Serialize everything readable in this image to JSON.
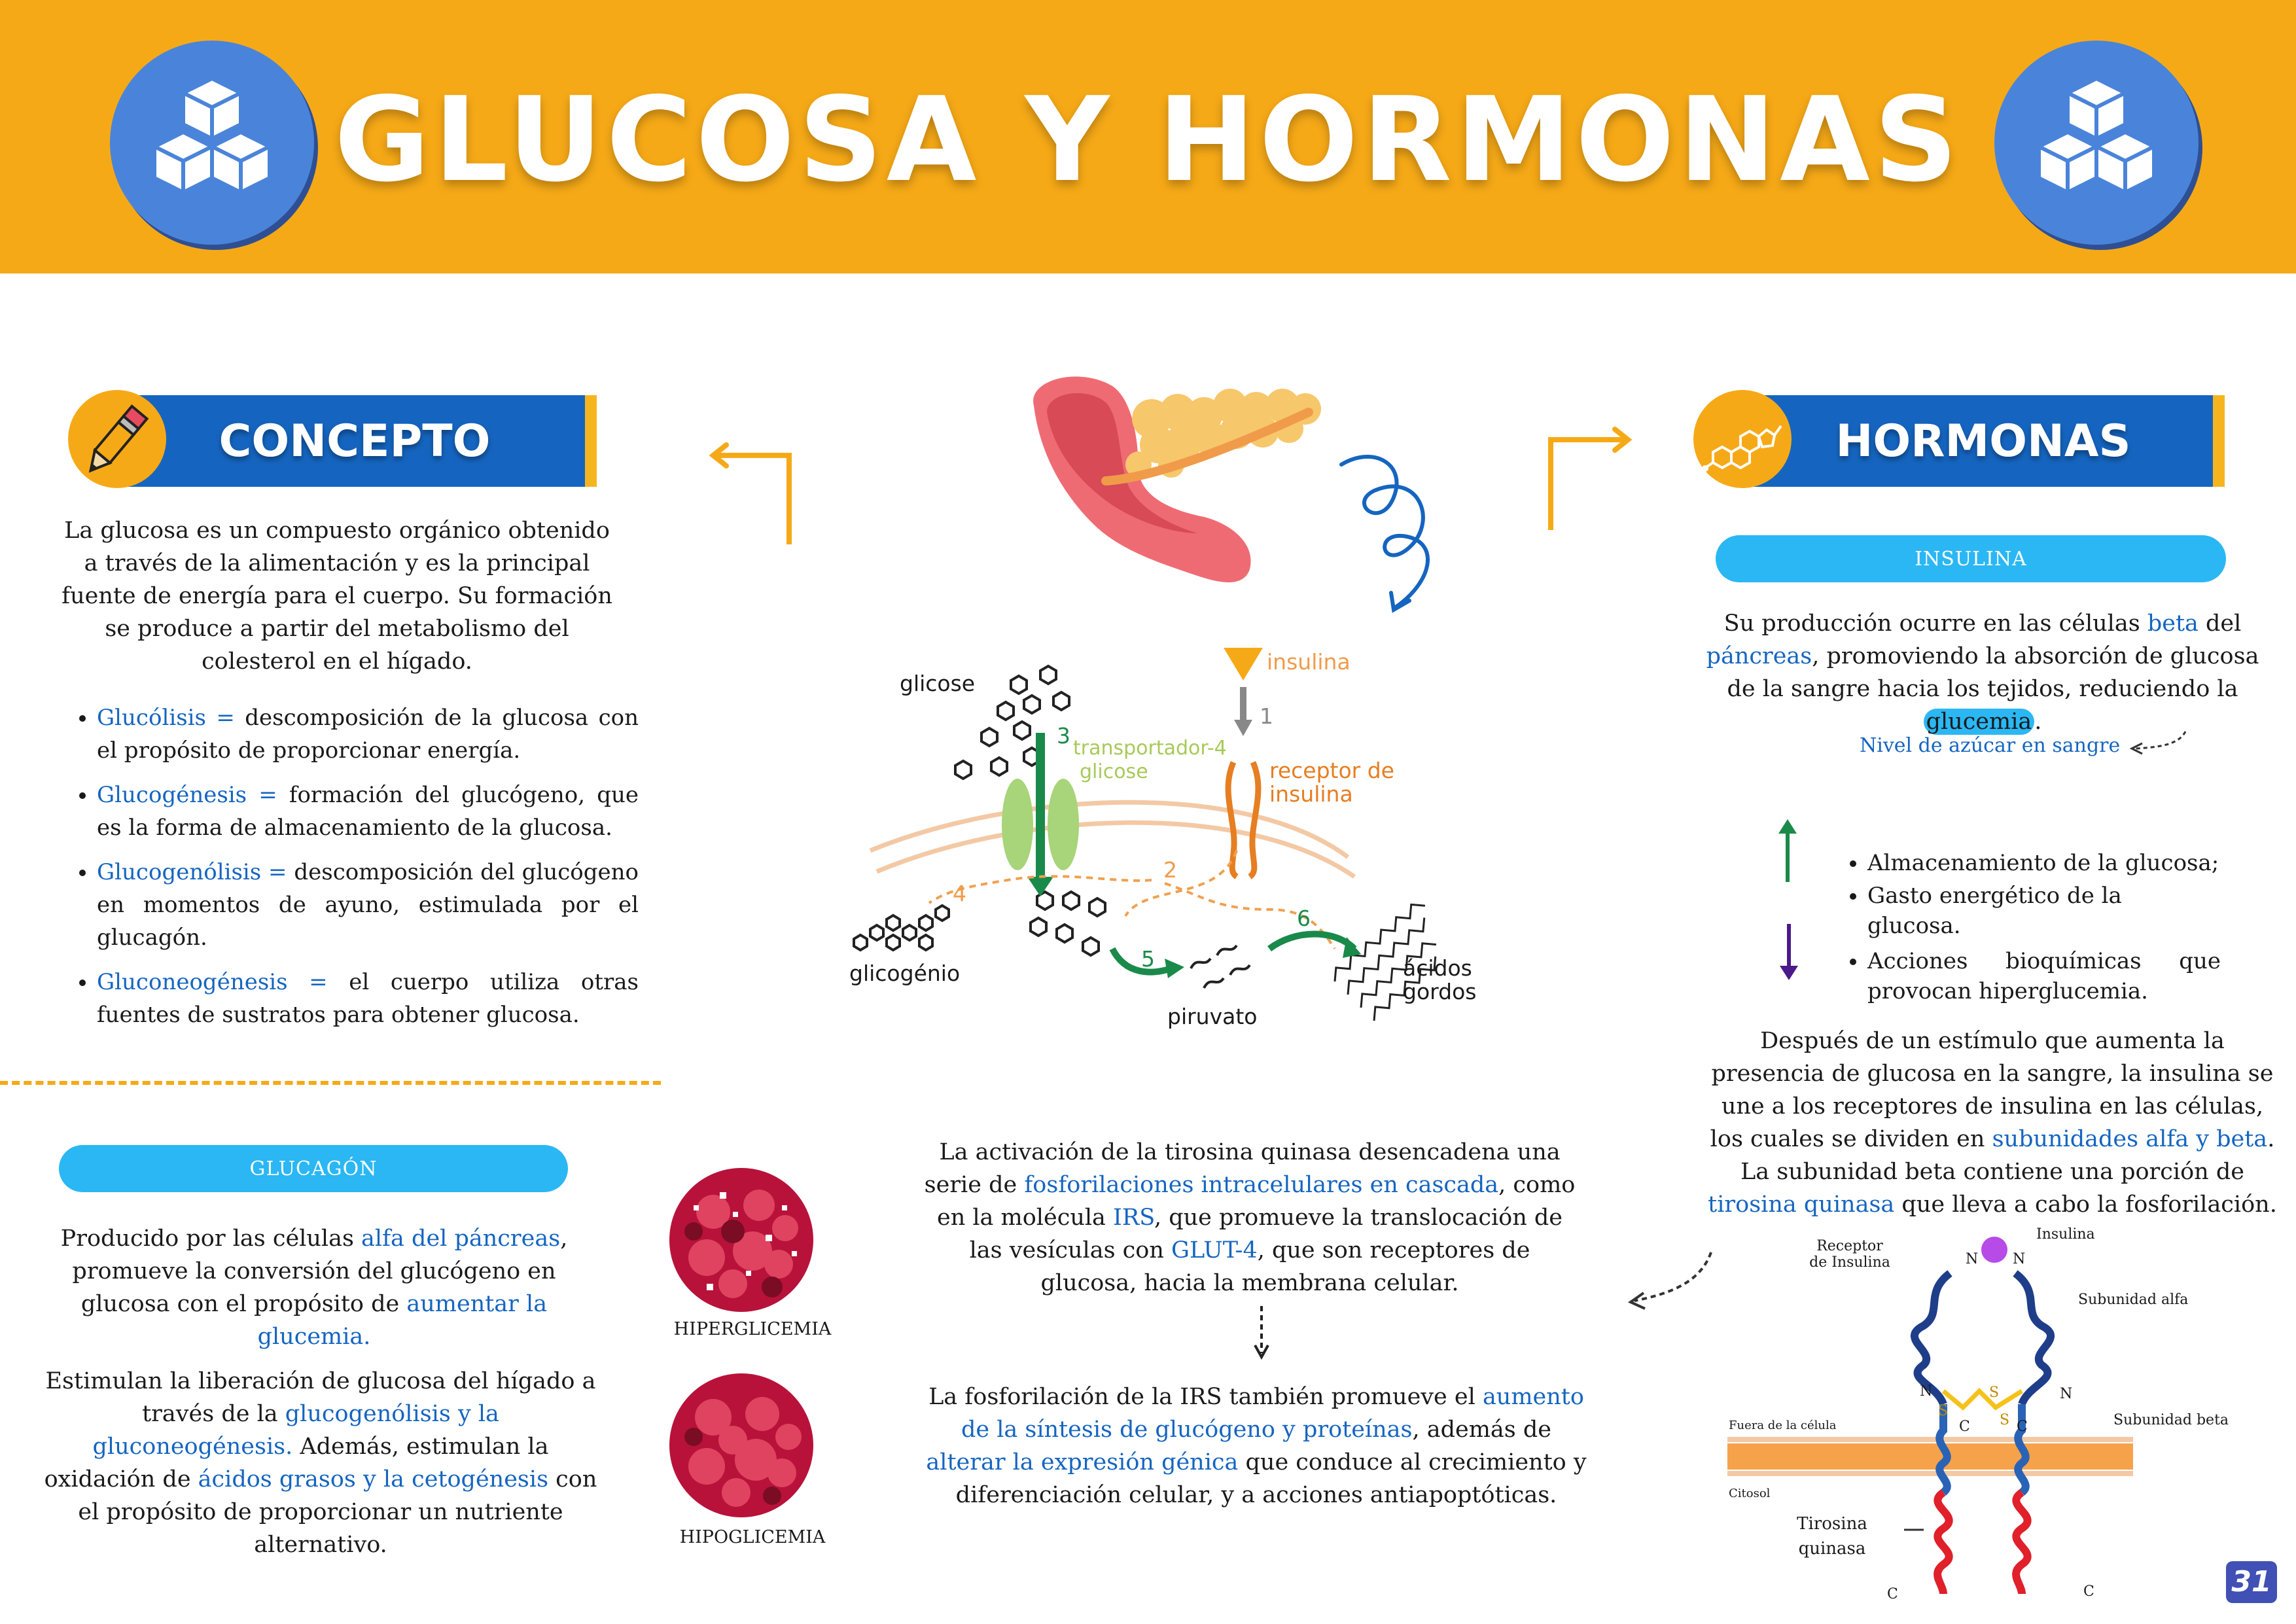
{
  "header": {
    "title": "GLUCOSA Y HORMONAS"
  },
  "concepto": {
    "heading": "CONCEPTO",
    "intro": "La glucosa es un compuesto orgánico obtenido a través de la alimentación y es la principal fuente de energía para el cuerpo. Su formación se produce a partir del metabolismo del colesterol en el hígado.",
    "items": [
      {
        "term": "Glucólisis =",
        "text": " descomposición de la glucosa con el propósito de proporcionar energía."
      },
      {
        "term": "Glucogénesis =",
        "text": " formación del glucógeno, que es la forma de almacenamiento de la glucosa."
      },
      {
        "term": "Glucogenólisis =",
        "text": " descomposición del glucógeno en momentos de ayuno, estimulada por el glucagón."
      },
      {
        "term": "Gluconeogénesis =",
        "text": " el cuerpo utiliza otras fuentes de sustratos para obtener glucosa."
      }
    ]
  },
  "glucagon": {
    "pill": "GLUCAGÓN",
    "p1": {
      "a": "Producido por las células ",
      "b": "alfa del páncreas",
      "c": ", promueve la conversión del glucógeno en glucosa con el propósito de ",
      "d": "aumentar la glucemia."
    },
    "p2": {
      "a": "Estimulan la liberación de glucosa del hígado a través de la ",
      "b": "glucogenólisis y la gluconeogénesis.",
      "c": " Además, estimulan la oxidación de ",
      "d": "ácidos grasos y la cetogénesis",
      "e": " con el propósito de proporcionar un nutriente alternativo."
    }
  },
  "blood": {
    "hyper": "HIPERGLICEMIA",
    "hypo": "HIPOGLICEMIA"
  },
  "diagram": {
    "glicose": "glicose",
    "insulina": "insulina",
    "transportador": "transportador-4",
    "glicose2": "glicose",
    "receptor": "receptor de",
    "receptor2": "insulina",
    "glicogenio": "glicogénio",
    "piruvato": "piruvato",
    "acidos": "ácidos",
    "gordos": "gordos",
    "n1": "1",
    "n2": "2",
    "n3": "3",
    "n4": "4",
    "n5": "5",
    "n6": "6"
  },
  "center": {
    "p1": {
      "a": "La activación de la tirosina quinasa desencadena una serie de ",
      "b": "fosforilaciones intracelulares en cascada",
      "c": ", como en la molécula ",
      "d": "IRS",
      "e": ", que promueve la translocación de las vesículas con ",
      "f": "GLUT-4",
      "g": ", que son receptores de glucosa, hacia la membrana celular."
    },
    "p2": {
      "a": "La fosforilación de la IRS también promueve el ",
      "b": "aumento de la síntesis de glucógeno y proteínas",
      "c": ", además de ",
      "d": "alterar la expresión génica",
      "e": " que conduce al crecimiento y diferenciación celular, y a acciones antiapoptóticas."
    }
  },
  "hormonas": {
    "heading": "HORMONAS",
    "insulina_pill": "INSULINA",
    "p1": {
      "a": "Su producción ocurre en las células ",
      "b": "beta",
      "c": " del ",
      "d": "páncreas",
      "e": ", promoviendo la absorción de glucosa de la sangre hacia los tejidos, reduciendo la ",
      "f": "glucemia",
      "g": "."
    },
    "nivel": "Nivel de azúcar en sangre",
    "list": [
      "Almacenamiento de la glucosa;",
      "Gasto energético de la glucosa.",
      "Acciones bioquímicas que provocan hiperglucemia."
    ],
    "p2": {
      "a": "Después de un estímulo que aumenta la presencia de glucosa en la sangre, la insulina se une a los receptores de insulina en las células, los cuales se dividen en ",
      "b": "subunidades alfa y beta",
      "c": ". La subunidad beta contiene una porción de ",
      "d": "tirosina quinasa",
      "e": " que lleva a cabo la fosforilación."
    }
  },
  "receptor_fig": {
    "receptor_label": "Receptor de Insulina",
    "insulina": "Insulina",
    "alfa": "Subunidad alfa",
    "beta": "Subunidad beta",
    "fuera": "Fuera de la célula",
    "citosol": "Citosol",
    "tirosina": "Tirosina quinasa",
    "N": "N",
    "C": "C",
    "S": "S"
  },
  "page_number": "31",
  "colors": {
    "orange": "#f6a917",
    "blue": "#1565c0",
    "sky": "#2ab7f4",
    "green": "#1a8a4a",
    "purple": "#4a1a8a"
  }
}
